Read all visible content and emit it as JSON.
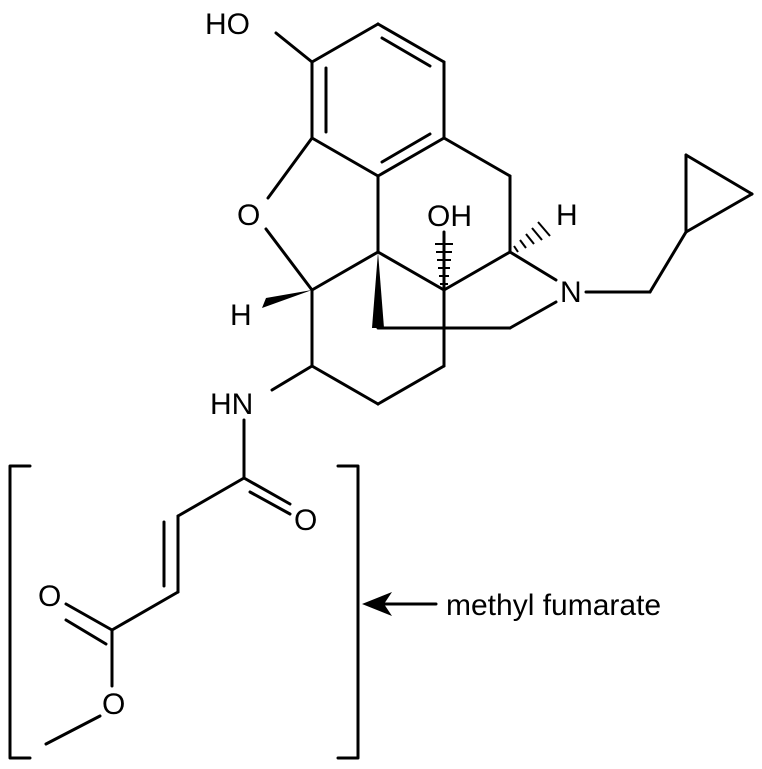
{
  "molecule": {
    "labels": {
      "phenol_oh": "HO",
      "furan_o": "O",
      "hydroxyl_oh": "OH",
      "h_left": "H",
      "h_right": "H",
      "amine_n": "N",
      "amide_nh": "HN",
      "carbonyl_o": "O",
      "ester_carbonyl_o": "O",
      "ester_o": "O"
    },
    "annotation": {
      "label": "methyl fumarate"
    }
  }
}
